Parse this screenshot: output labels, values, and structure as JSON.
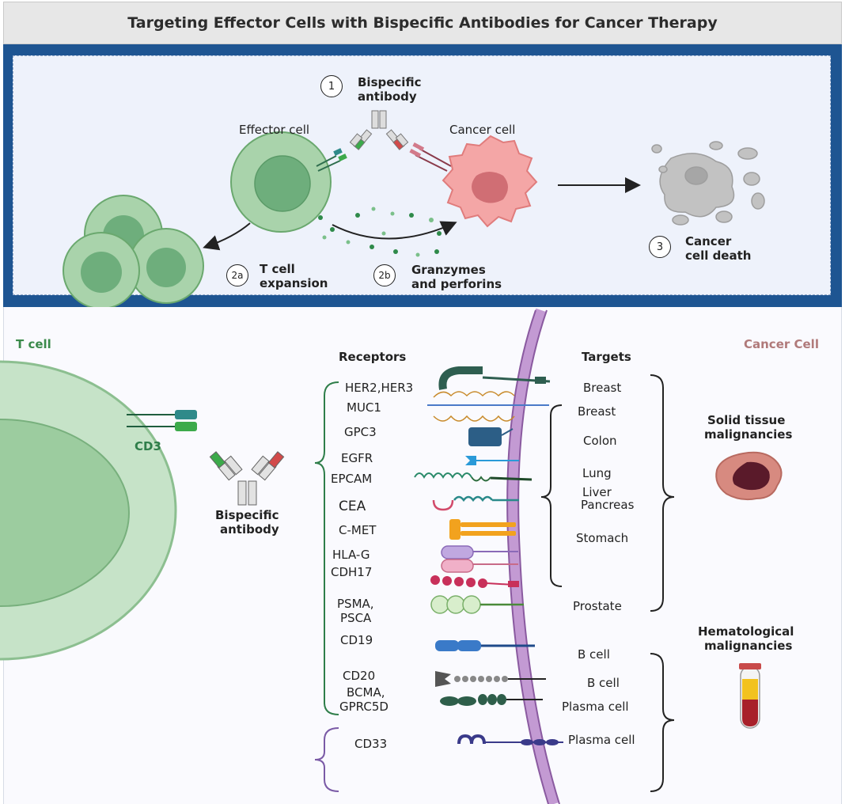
{
  "title": "Targeting Effector Cells with Bispecific Antibodies for Cancer Therapy",
  "top": {
    "step1_num": "1",
    "step1_label_1": "Bispecific",
    "step1_label_2": "antibody",
    "effector_cell": "Effector cell",
    "cancer_cell": "Cancer cell",
    "step2a_num": "2a",
    "step2a_label_1": "T cell",
    "step2a_label_2": "expansion",
    "step2b_num": "2b",
    "step2b_label_1": "Granzymes",
    "step2b_label_2": "and perforins",
    "step3_num": "3",
    "step3_label_1": "Cancer",
    "step3_label_2": "cell death"
  },
  "bottom": {
    "t_cell": "T cell",
    "cancer_cell": "Cancer Cell",
    "cd3": "CD3",
    "bispecific_1": "Bispecific",
    "bispecific_2": "antibody",
    "receptors_header": "Receptors",
    "targets_header": "Targets",
    "receptors": [
      "HER2,HER3",
      "MUC1",
      "GPC3",
      "EGFR",
      "EPCAM",
      "CEA",
      "C-MET",
      "HLA-G",
      "CDH17",
      "PSMA,",
      "PSCA",
      "CD19",
      "CD20",
      "BCMA,",
      "GPRC5D",
      "CD33"
    ],
    "targets": [
      "Breast",
      "Breast",
      "Colon",
      "Lung",
      "Liver",
      "Pancreas",
      "Stomach",
      "Prostate",
      "B cell",
      "B cell",
      "Plasma cell",
      "Plasma cell"
    ],
    "solid_1": "Solid tissue",
    "solid_2": "malignancies",
    "heme_1": "Hematological",
    "heme_2": "malignancies"
  },
  "colors": {
    "header_blue": "#1e5592",
    "effector_green": "#9ccc9f",
    "cancer_pink": "#f0a0a0",
    "membrane_purple": "#b07cc6",
    "t_cell_label": "#3b8a4b",
    "cancer_label": "#b07a7a"
  }
}
